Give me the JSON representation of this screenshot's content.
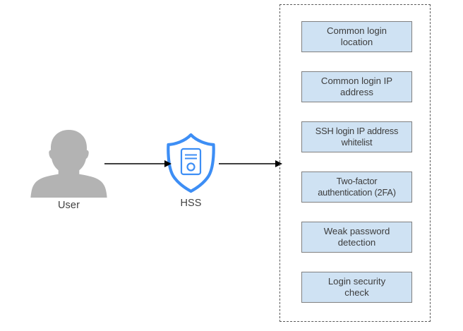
{
  "diagram": {
    "type": "flow-diagram",
    "actors": [
      {
        "id": "user",
        "label": "User",
        "icon": "user-silhouette-icon",
        "color": "#b3b3b3"
      },
      {
        "id": "hss",
        "label": "HSS",
        "icon": "shield-server-icon",
        "color": "#3d8ef5"
      }
    ],
    "arrows": [
      {
        "from": "user",
        "to": "hss",
        "color": "#000000"
      },
      {
        "from": "hss",
        "to": "protection-group",
        "color": "#000000"
      }
    ],
    "group": {
      "name": "protection-features",
      "border_style": "dashed",
      "border_color": "#595959",
      "box_fill": "#cfe2f3",
      "box_border": "#808080",
      "items": [
        {
          "label": "Common login\nlocation"
        },
        {
          "label": "Common login IP\naddress"
        },
        {
          "label": "SSH login IP address\nwhitelist"
        },
        {
          "label": "Two-factor\nauthentication (2FA)"
        },
        {
          "label": "Weak password\ndetection"
        },
        {
          "label": "Login security\ncheck"
        }
      ]
    }
  }
}
